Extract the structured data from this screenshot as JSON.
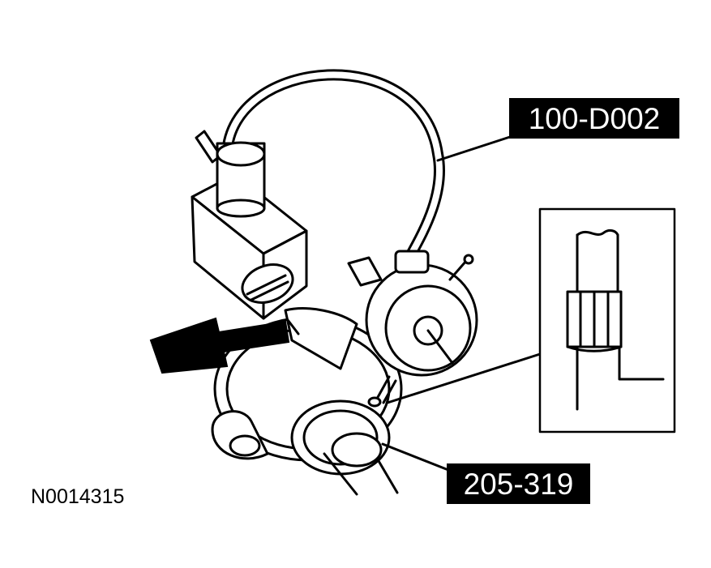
{
  "callouts": {
    "gauge_tool": "100-D002",
    "holding_tool": "205-319"
  },
  "figure_id": "N0014315",
  "colors": {
    "ink": "#000000",
    "paper": "#ffffff"
  },
  "icons": [
    "direction-arrow-icon"
  ]
}
